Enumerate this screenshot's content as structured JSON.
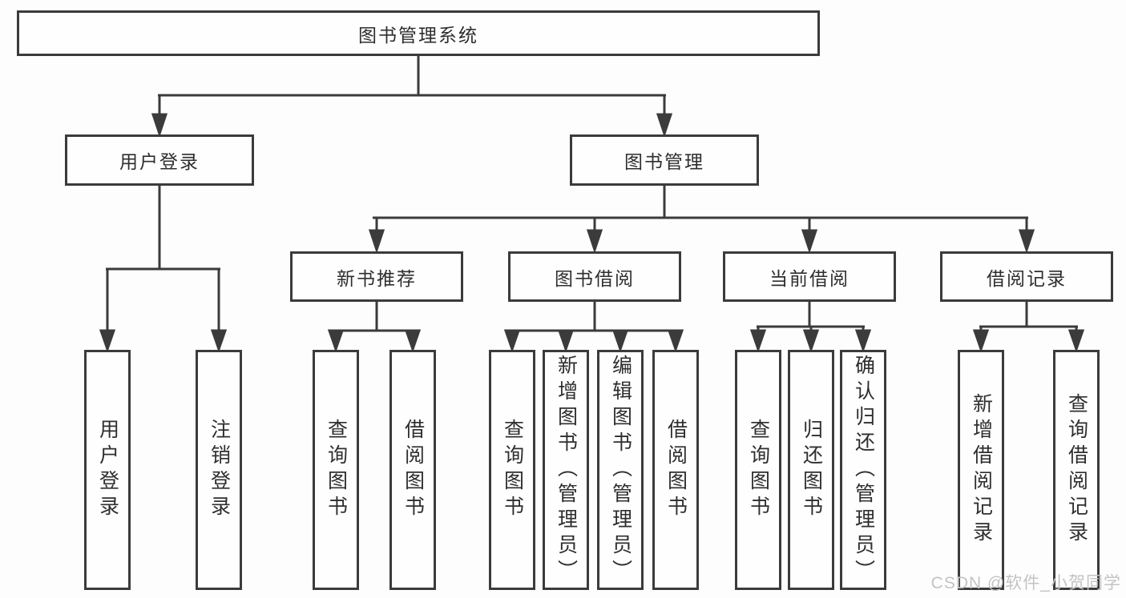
{
  "diagram": {
    "type": "tree-diagram",
    "title": "图书管理系统",
    "watermark": "CSDN @软件_小贺同学",
    "colors": {
      "line": "#3b3b3b",
      "border": "#3b3b3b",
      "text": "#2e2e2e",
      "background": "#fdfdfd",
      "watermark": "#c3c3c3"
    },
    "nodes": {
      "root": {
        "label": "图书管理系统",
        "level": 1
      },
      "user_login": {
        "label": "用户登录",
        "level": 2,
        "parent": "root"
      },
      "book_mgmt": {
        "label": "图书管理",
        "level": 2,
        "parent": "root"
      },
      "new_book_rec": {
        "label": "新书推荐",
        "level": 3,
        "parent": "book_mgmt"
      },
      "book_borrow": {
        "label": "图书借阅",
        "level": 3,
        "parent": "book_mgmt"
      },
      "current_borrow": {
        "label": "当前借阅",
        "level": 3,
        "parent": "book_mgmt"
      },
      "borrow_record": {
        "label": "借阅记录",
        "level": 3,
        "parent": "book_mgmt"
      },
      "leaf_user_login": {
        "label": "用户登录",
        "level": 4,
        "parent": "user_login"
      },
      "leaf_logout": {
        "label": "注销登录",
        "level": 4,
        "parent": "user_login"
      },
      "leaf_rec_query": {
        "label": "查询图书",
        "level": 4,
        "parent": "new_book_rec"
      },
      "leaf_rec_borrow": {
        "label": "借阅图书",
        "level": 4,
        "parent": "new_book_rec"
      },
      "leaf_bb_query": {
        "label": "查询图书",
        "level": 4,
        "parent": "book_borrow"
      },
      "leaf_bb_add": {
        "label": "新增图书（管理员）",
        "level": 4,
        "parent": "book_borrow"
      },
      "leaf_bb_edit": {
        "label": "编辑图书（管理员）",
        "level": 4,
        "parent": "book_borrow"
      },
      "leaf_bb_borrow": {
        "label": "借阅图书",
        "level": 4,
        "parent": "book_borrow"
      },
      "leaf_cb_query": {
        "label": "查询图书",
        "level": 4,
        "parent": "current_borrow"
      },
      "leaf_cb_return": {
        "label": "归还图书",
        "level": 4,
        "parent": "current_borrow"
      },
      "leaf_cb_confirm": {
        "label": "确认归还（管理员）",
        "level": 4,
        "parent": "current_borrow"
      },
      "leaf_br_add": {
        "label": "新增借阅记录",
        "level": 4,
        "parent": "borrow_record"
      },
      "leaf_br_query": {
        "label": "查询借阅记录",
        "level": 4,
        "parent": "borrow_record"
      }
    }
  }
}
